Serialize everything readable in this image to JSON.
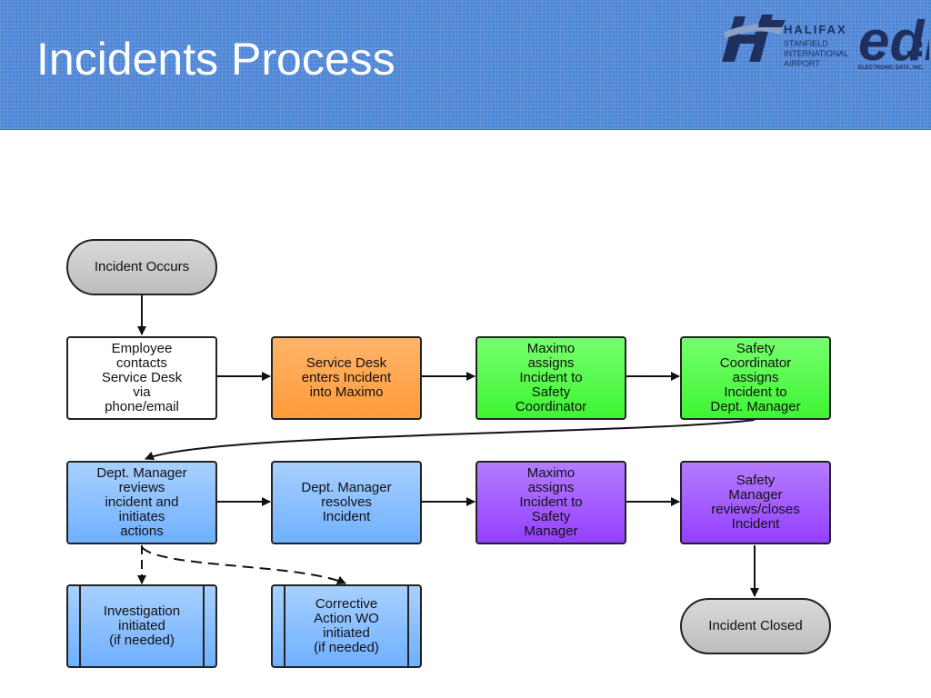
{
  "slide": {
    "title": "Incidents Process",
    "colors": {
      "header": "#4f86d6",
      "orange": "#ff9b3a",
      "green": "#3ef533",
      "blue": "#6fb0ff",
      "purple": "#9440ff",
      "terminal": "#c8c8c8"
    }
  },
  "logos": {
    "halifax": {
      "name": "HALIFAX",
      "lines": [
        "STANFIELD",
        "INTERNATIONAL",
        "AIRPORT"
      ]
    },
    "edi": {
      "mark": "edi",
      "caption": "ELECTRONIC DATA, INC."
    }
  },
  "flow": {
    "incident_occurs": "Incident Occurs",
    "employee_contacts": "Employee\ncontacts\nService Desk\nvia\nphone/email",
    "service_desk_enters": "Service Desk\nenters Incident\ninto Maximo",
    "maximo_assigns_coordinator": "Maximo\nassigns\nIncident to\nSafety\nCoordinator",
    "coordinator_assigns": "Safety\nCoordinator\nassigns\nIncident to\nDept. Manager",
    "dept_manager_reviews": "Dept. Manager\nreviews\nincident and\ninitiates\nactions",
    "dept_manager_resolves": "Dept. Manager\nresolves\nIncident",
    "maximo_assigns_safety_manager": "Maximo\nassigns\nIncident to\nSafety\nManager",
    "safety_manager_closes": "Safety\nManager\nreviews/closes\nIncident",
    "investigation": "Investigation\ninitiated\n(if needed)",
    "corrective_action": "Corrective\nAction WO\ninitiated\n(if needed)",
    "incident_closed": "Incident Closed"
  }
}
